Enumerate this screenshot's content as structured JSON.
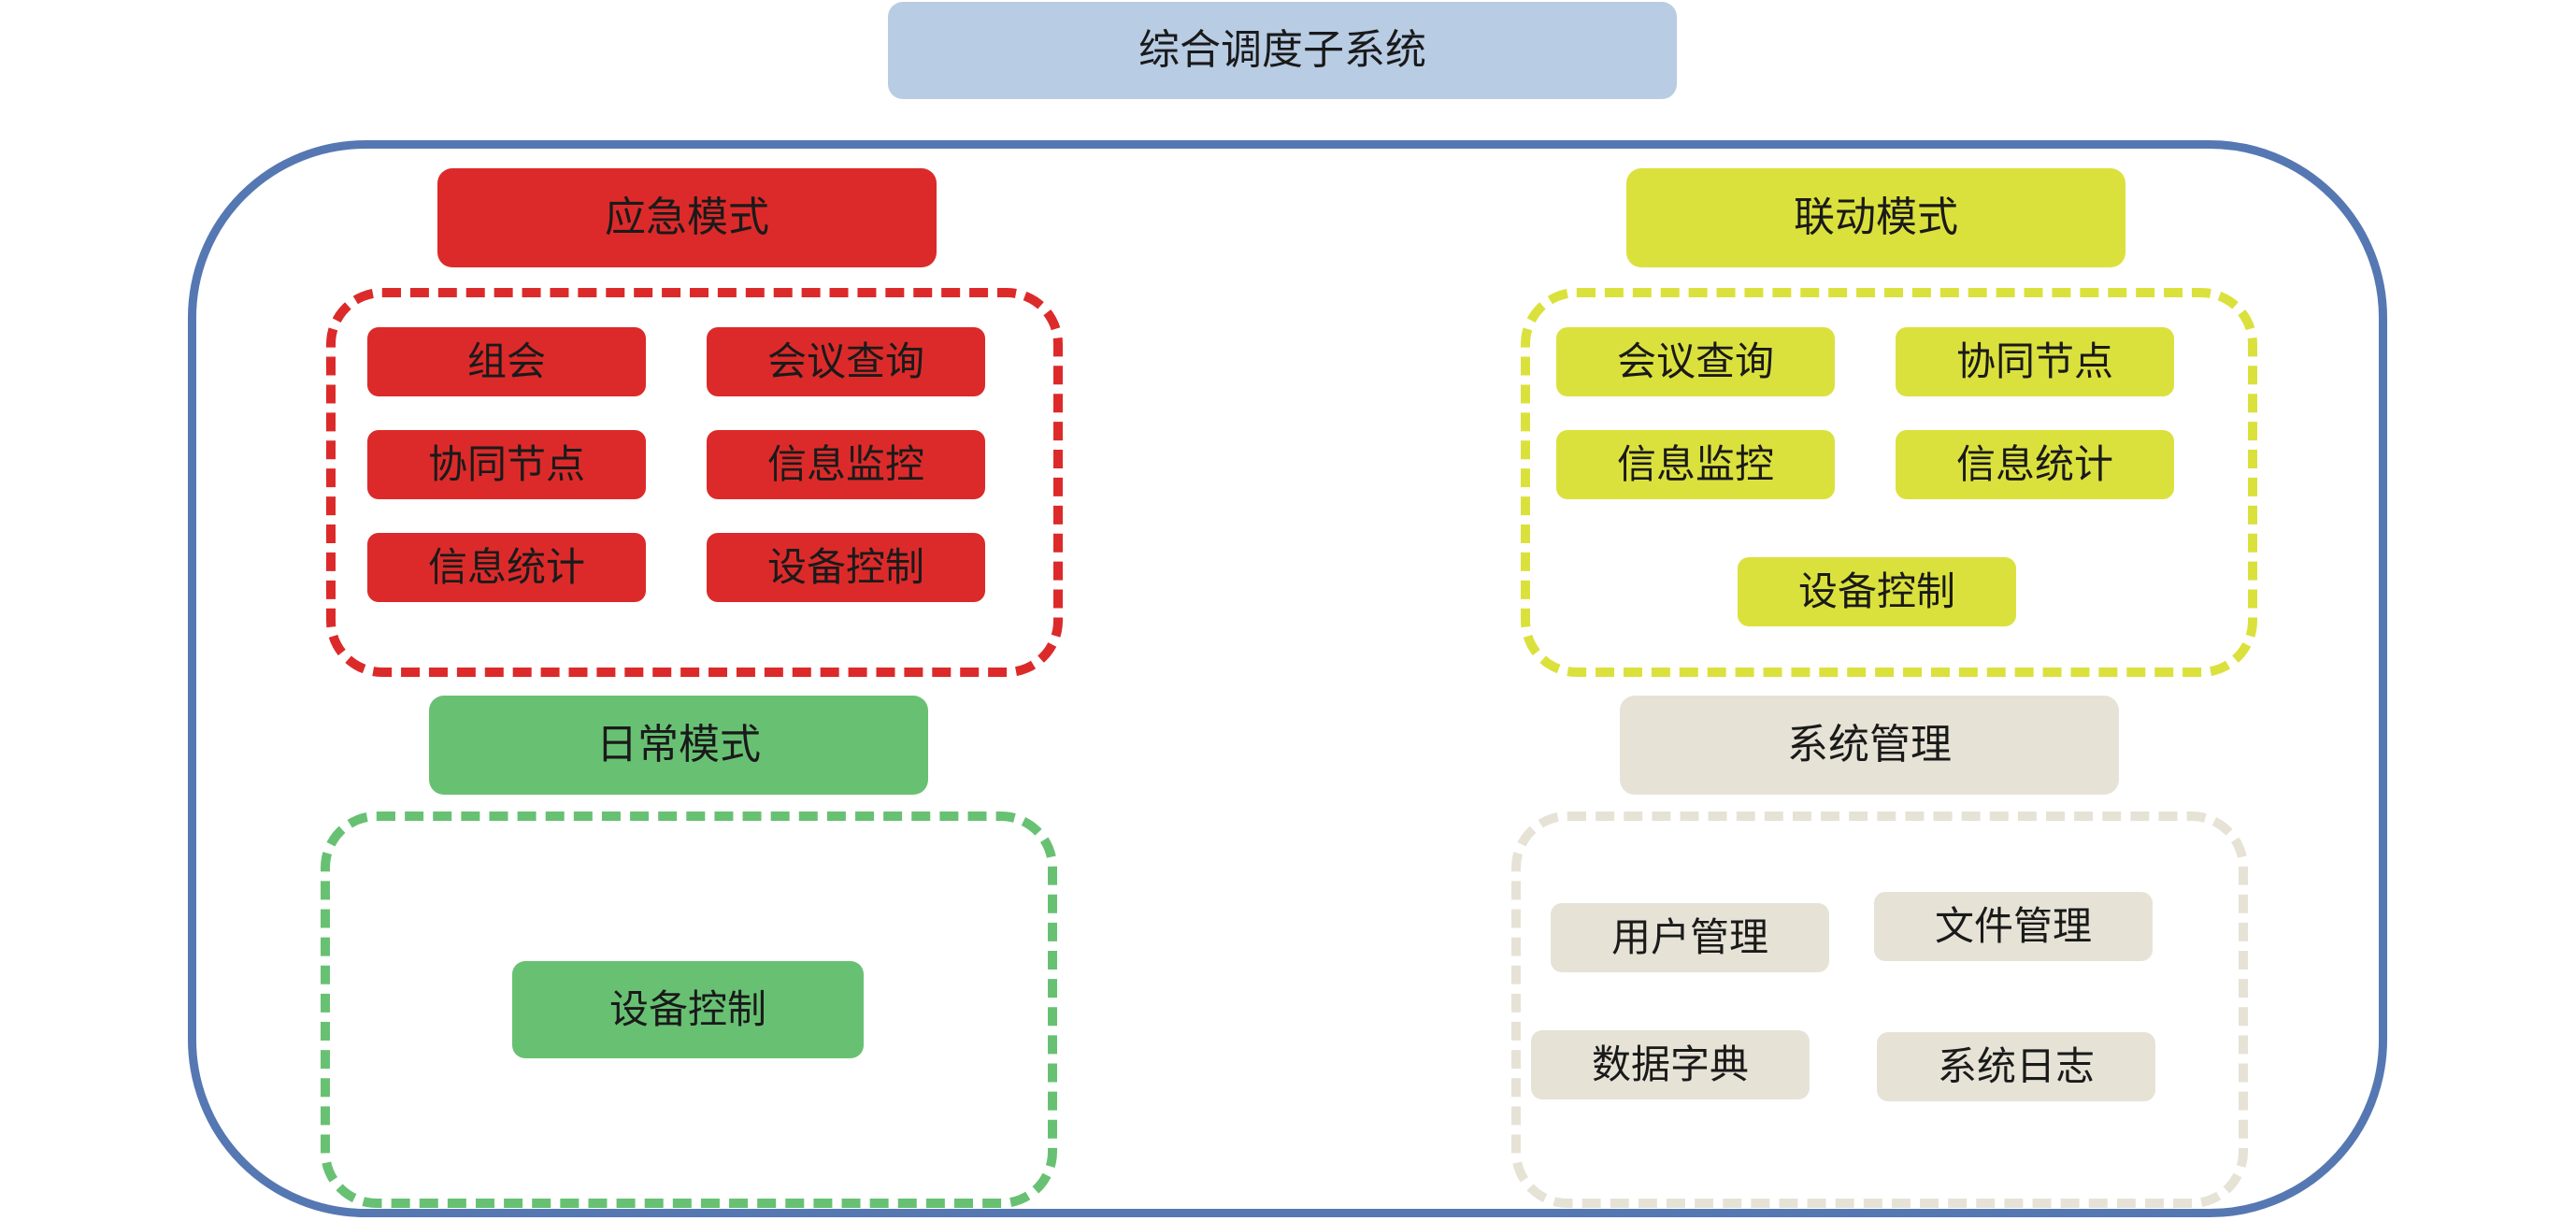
{
  "title": "综合调度子系统",
  "colors": {
    "outer_border": "#5578b3",
    "title_bg": "#b8cce4",
    "emergency": "#dc2a2a",
    "linkage": "#dbe13c",
    "daily": "#68c173",
    "system": "#e6e3d6"
  },
  "groups": {
    "emergency": {
      "label": "应急模式",
      "items": [
        "组会",
        "会议查询",
        "协同节点",
        "信息监控",
        "信息统计",
        "设备控制"
      ]
    },
    "linkage": {
      "label": "联动模式",
      "items": [
        "会议查询",
        "协同节点",
        "信息监控",
        "信息统计",
        "设备控制"
      ]
    },
    "daily": {
      "label": "日常模式",
      "items": [
        "设备控制"
      ]
    },
    "system": {
      "label": "系统管理",
      "items": [
        "用户管理",
        "文件管理",
        "数据字典",
        "系统日志"
      ]
    }
  }
}
